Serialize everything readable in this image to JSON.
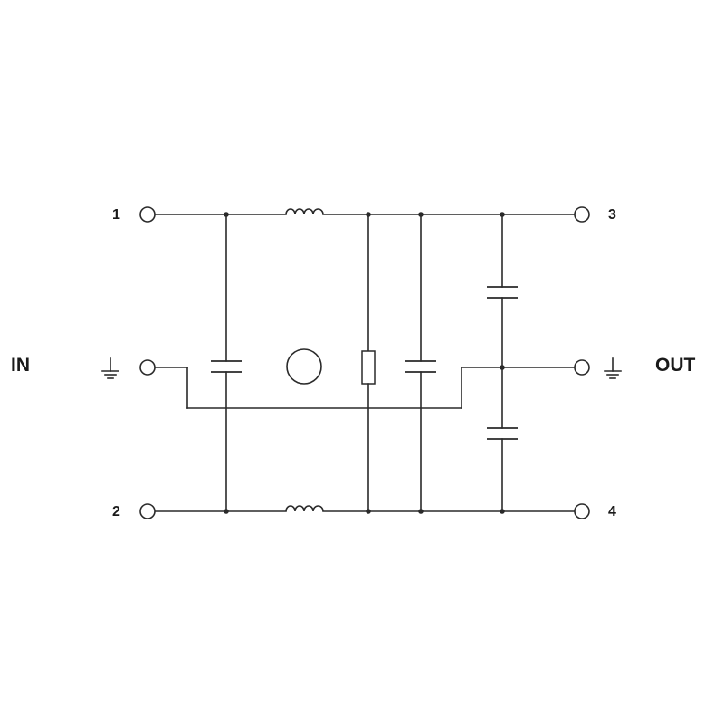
{
  "labels": {
    "in": "IN",
    "out": "OUT",
    "terminal_1": "1",
    "terminal_2": "2",
    "terminal_3": "3",
    "terminal_4": "4"
  },
  "icons": {
    "ground_in": "ground-icon",
    "ground_out": "ground-icon",
    "inductor": "inductor-icon",
    "capacitor": "capacitor-icon",
    "resistor": "resistor-icon",
    "core": "ferrite-core-icon"
  },
  "colors": {
    "line": "#2a2a2a",
    "background": "#ffffff"
  }
}
